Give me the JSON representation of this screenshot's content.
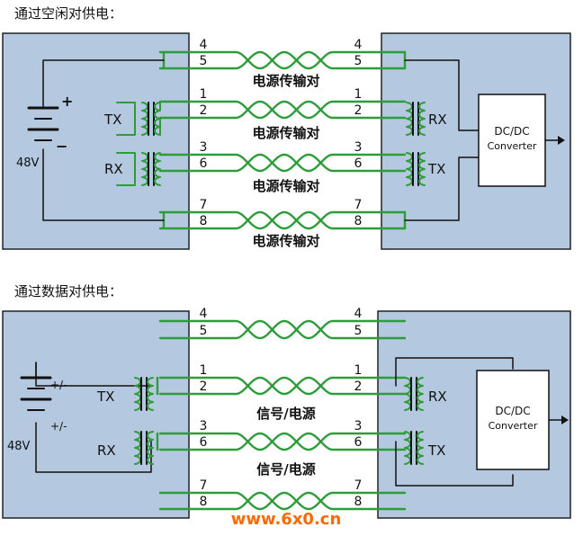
{
  "diagram1": {
    "caption": "通过空闲对供电：",
    "voltage": "48V",
    "plus": "+",
    "minus": "−",
    "tx": "TX",
    "rx": "RX",
    "pair_label": "电源传输对",
    "pins": [
      "4",
      "5",
      "1",
      "2",
      "3",
      "6",
      "7",
      "8"
    ],
    "converter_line1": "DC/DC",
    "converter_line2": "Converter"
  },
  "diagram2": {
    "caption": "通过数据对供电：",
    "voltage": "48V",
    "pol_top": "+/-",
    "pol_bottom": "+/-",
    "tx": "TX",
    "rx": "RX",
    "pair_label": "信号/电源",
    "pins": [
      "4",
      "5",
      "1",
      "2",
      "3",
      "6",
      "7",
      "8"
    ],
    "converter_line1": "DC/DC",
    "converter_line2": "Converter"
  },
  "watermark": "www.6x0.cn",
  "colors": {
    "box_fill": "#b4c8e0",
    "wire_green": "#2e9c3a",
    "watermark": "#ff6a00"
  }
}
